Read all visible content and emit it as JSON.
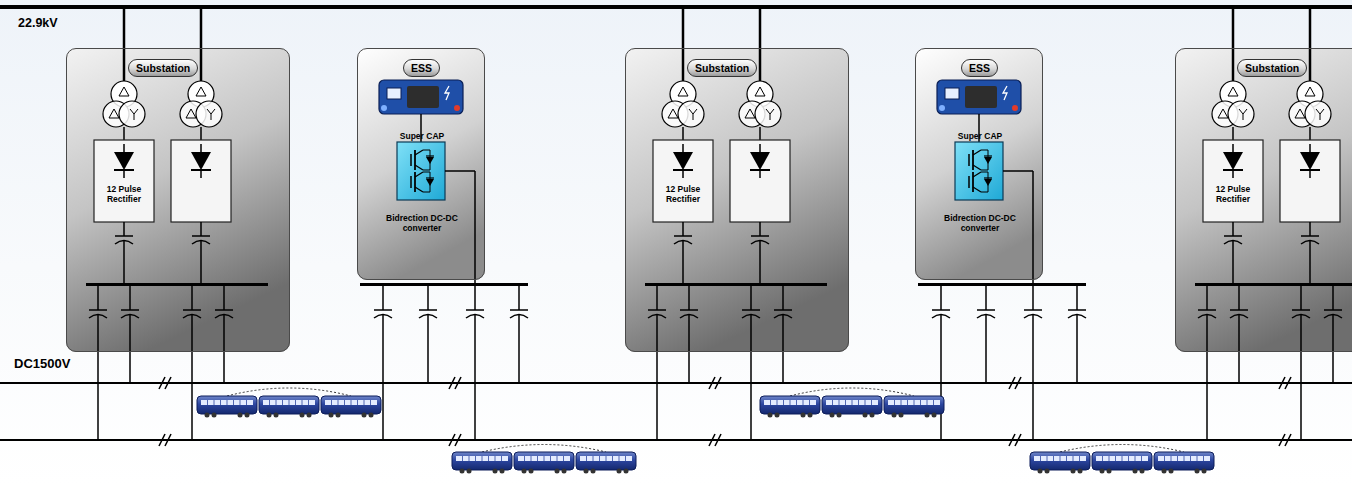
{
  "diagram": {
    "nodes": [
      {
        "text": [
          "Substation"
        ]
      },
      {
        "text": [
          "ESS"
        ]
      },
      {
        "text": [
          "Super CAP"
        ],
        "in": 1
      },
      {
        "text": [
          "Bidrection DC-DC converter"
        ],
        "in": 1
      },
      {
        "text": [
          "Substation"
        ]
      },
      {
        "text": [
          "ESS"
        ]
      },
      {
        "text": [
          "Super CAP"
        ],
        "in": 5
      },
      {
        "text": [
          "Bidrection DC-DC converter"
        ],
        "in": 5
      },
      {
        "text": [
          "Substation"
        ]
      }
    ],
    "labels": [
      "22.9kV",
      "12 Pulse Rectifier",
      "12 Pulse Rectifier",
      "12 Pulse Rectifier",
      "DC1500V"
    ]
  }
}
